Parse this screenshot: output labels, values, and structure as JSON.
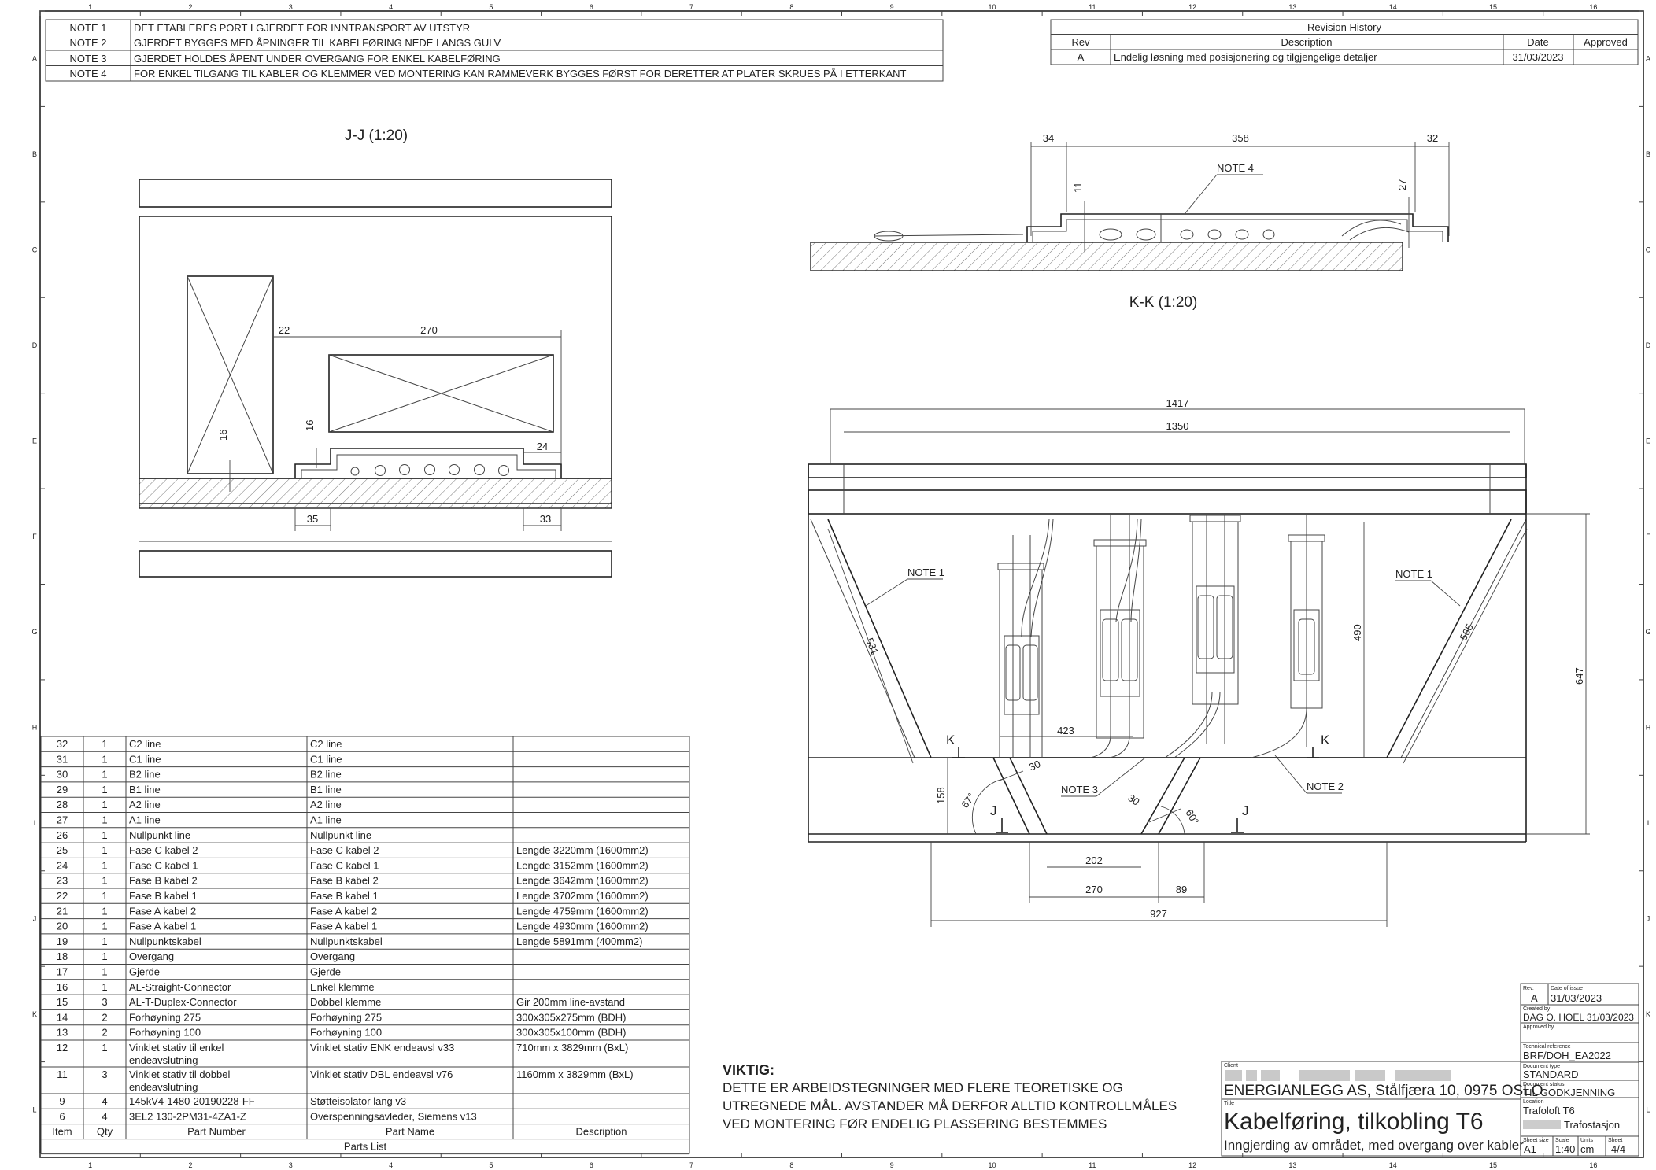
{
  "grid": {
    "columns": [
      "1",
      "2",
      "3",
      "4",
      "5",
      "6",
      "7",
      "8",
      "9",
      "10",
      "11",
      "12",
      "13",
      "14",
      "15",
      "16"
    ],
    "rows": [
      "A",
      "B",
      "C",
      "D",
      "E",
      "F",
      "G",
      "H",
      "I",
      "J",
      "K",
      "L"
    ]
  },
  "notes": [
    {
      "id": "NOTE 1",
      "text": "DET ETABLERES PORT I GJERDET FOR INNTRANSPORT AV UTSTYR"
    },
    {
      "id": "NOTE 2",
      "text": "GJERDET BYGGES MED ÅPNINGER TIL KABELFØRING NEDE LANGS GULV"
    },
    {
      "id": "NOTE 3",
      "text": "GJERDET HOLDES ÅPENT UNDER OVERGANG FOR ENKEL KABELFØRING"
    },
    {
      "id": "NOTE 4",
      "text": "FOR ENKEL TILGANG TIL KABLER OG KLEMMER VED MONTERING KAN RAMMEVERK BYGGES FØRST FOR DERETTER AT PLATER SKRUES PÅ I ETTERKANT"
    }
  ],
  "revision_history": {
    "title": "Revision History",
    "headers": [
      "Rev",
      "Description",
      "Date",
      "Approved"
    ],
    "rows": [
      [
        "A",
        "Endelig løsning med posisjonering og tilgjengelige detaljer",
        "31/03/2023",
        ""
      ]
    ]
  },
  "views": {
    "jj": {
      "title": "J-J (1:20)",
      "dims": {
        "d22": "22",
        "d270": "270",
        "d16a": "16",
        "d16b": "16",
        "d24": "24",
        "d35": "35",
        "d33": "33"
      }
    },
    "section": {
      "title": "K-K (1:20)",
      "dims": {
        "d34": "34",
        "d358": "358",
        "d32": "32",
        "d11": "11",
        "d27": "27"
      },
      "note": "NOTE 4"
    },
    "plan": {
      "dims": {
        "d1417": "1417",
        "d1350": "1350",
        "d531": "531",
        "d565": "565",
        "d490": "490",
        "d647": "647",
        "d423": "423",
        "d158": "158",
        "d67": "67°",
        "d30a": "30",
        "d30b": "30",
        "d60": "60°",
        "d202": "202",
        "d270": "270",
        "d89": "89",
        "d927": "927"
      },
      "labels": {
        "note1a": "NOTE 1",
        "note1b": "NOTE 1",
        "note2": "NOTE 2",
        "note3": "NOTE 3",
        "k1": "K",
        "k2": "K",
        "j1": "J",
        "j2": "J"
      }
    }
  },
  "parts_list": {
    "title": "Parts List",
    "headers": [
      "Item",
      "Qty",
      "Part Number",
      "Part Name",
      "Description"
    ],
    "rows": [
      [
        "32",
        "1",
        "C2 line",
        "C2 line",
        ""
      ],
      [
        "31",
        "1",
        "C1 line",
        "C1 line",
        ""
      ],
      [
        "30",
        "1",
        "B2 line",
        "B2 line",
        ""
      ],
      [
        "29",
        "1",
        "B1 line",
        "B1 line",
        ""
      ],
      [
        "28",
        "1",
        "A2 line",
        "A2 line",
        ""
      ],
      [
        "27",
        "1",
        "A1 line",
        "A1 line",
        ""
      ],
      [
        "26",
        "1",
        "Nullpunkt line",
        "Nullpunkt line",
        ""
      ],
      [
        "25",
        "1",
        "Fase C kabel 2",
        "Fase C kabel 2",
        "Lengde 3220mm (1600mm2)"
      ],
      [
        "24",
        "1",
        "Fase C kabel 1",
        "Fase C kabel 1",
        "Lengde 3152mm (1600mm2)"
      ],
      [
        "23",
        "1",
        "Fase B kabel 2",
        "Fase B kabel 2",
        "Lengde 3642mm (1600mm2)"
      ],
      [
        "22",
        "1",
        "Fase B kabel 1",
        "Fase B kabel 1",
        "Lengde 3702mm (1600mm2)"
      ],
      [
        "21",
        "1",
        "Fase A kabel 2",
        "Fase A kabel 2",
        "Lengde 4759mm (1600mm2)"
      ],
      [
        "20",
        "1",
        "Fase A kabel 1",
        "Fase A kabel 1",
        "Lengde 4930mm (1600mm2)"
      ],
      [
        "19",
        "1",
        "Nullpunktskabel",
        "Nullpunktskabel",
        "Lengde 5891mm (400mm2)"
      ],
      [
        "18",
        "1",
        "Overgang",
        "Overgang",
        ""
      ],
      [
        "17",
        "1",
        "Gjerde",
        "Gjerde",
        ""
      ],
      [
        "16",
        "1",
        "AL-Straight-Connector",
        "Enkel klemme",
        ""
      ],
      [
        "15",
        "3",
        "AL-T-Duplex-Connector",
        "Dobbel klemme",
        "Gir 200mm line-avstand"
      ],
      [
        "14",
        "2",
        "Forhøyning 275",
        "Forhøyning 275",
        "300x305x275mm (BDH)"
      ],
      [
        "13",
        "2",
        "Forhøyning 100",
        "Forhøyning 100",
        "300x305x100mm (BDH)"
      ],
      [
        "12",
        "1",
        "Vinklet stativ til enkel endeavslutning",
        "Vinklet stativ ENK endeavsl v33",
        "710mm x 3829mm (BxL)"
      ],
      [
        "11",
        "3",
        "Vinklet stativ til dobbel endeavslutning",
        "Vinklet stativ DBL endeavsl v76",
        "1160mm x 3829mm (BxL)"
      ],
      [
        "9",
        "4",
        "145kV4-1480-20190228-FF",
        "Støtteisolator lang v3",
        ""
      ],
      [
        "6",
        "4",
        "3EL2 130-2PM31-4ZA1-Z",
        "Overspenningsavleder, Siemens v13",
        ""
      ]
    ]
  },
  "warning": {
    "title": "VIKTIG:",
    "lines": [
      "DETTE ER ARBEIDSTEGNINGER MED FLERE TEORETISKE OG",
      "UTREGNEDE MÅL. AVSTANDER MÅ DERFOR ALLTID KONTROLLMÅLES",
      "VED MONTERING FØR ENDELIG PLASSERING BESTEMMES"
    ]
  },
  "title_block": {
    "rev_label": "Rev.",
    "rev": "A",
    "date_label": "Date of issue",
    "date": "31/03/2023",
    "created_label": "Created by",
    "created": "DAG O. HOEL  31/03/2023",
    "approved_label": "Approved by",
    "approved": "",
    "techref_label": "Technical reference",
    "techref": "BRF/DOH_EA2022",
    "doctype_label": "Document type",
    "doctype": "STANDARD",
    "status_label": "Document status",
    "status": "TIL GODKJENNING",
    "client_label": "Client",
    "company": "ENERGIANLEGG AS, Stålfjæra 10, 0975 OSLO",
    "title_label": "Title",
    "title": "Kabelføring, tilkobling T6",
    "subtitle": "Inngjerding av området, med overgang over kabler",
    "location_label": "Location",
    "location1": "Trafoloft T6",
    "location2": "Trafostasjon",
    "size_label": "Sheet size",
    "size": "A1",
    "scale_label": "Scale",
    "scale": "1:40",
    "units_label": "Units",
    "units": "cm",
    "sheet_label": "Sheet",
    "sheet": "4/4"
  }
}
